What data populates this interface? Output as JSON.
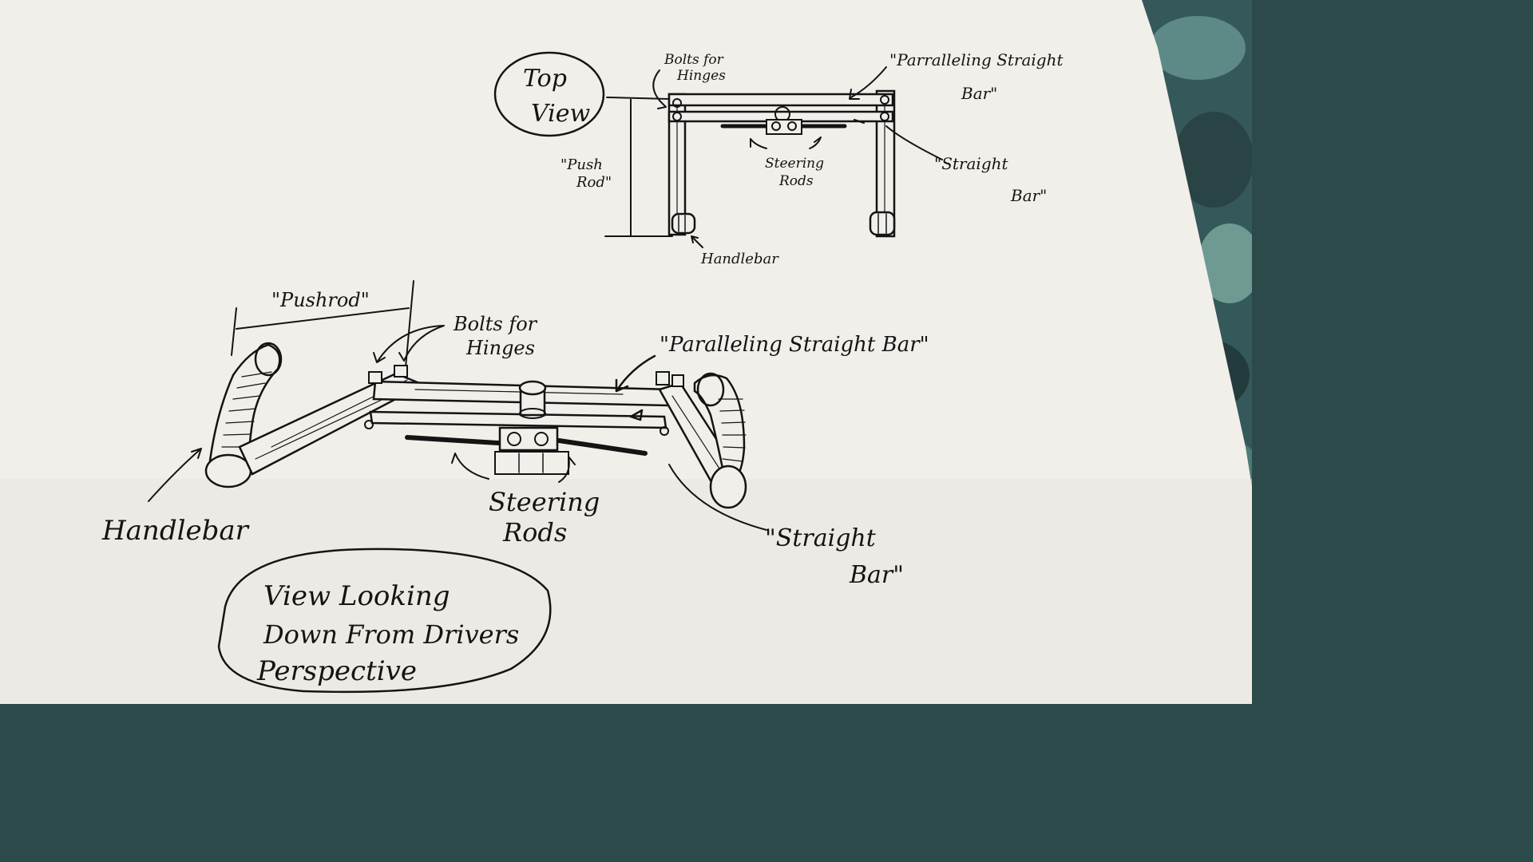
{
  "top_view": {
    "title_line1": "Top",
    "title_line2": "View",
    "bolts_line1": "Bolts for",
    "bolts_line2": "Hinges",
    "parallel_line1": "\"Parralleling Straight",
    "parallel_line2": "Bar\"",
    "push_line1": "\"Push",
    "push_line2": "Rod\"",
    "steering_line1": "Steering",
    "steering_line2": "Rods",
    "straight_line1": "\"Straight",
    "straight_line2": "Bar\"",
    "handlebar": "Handlebar"
  },
  "driver_view": {
    "pushrod": "\"Pushrod\"",
    "bolts_line1": "Bolts for",
    "bolts_line2": "Hinges",
    "parallel": "\"Paralleling Straight Bar\"",
    "handlebar": "Handlebar",
    "steering_line1": "Steering",
    "steering_line2": "Rods",
    "straight_line1": "\"Straight",
    "straight_line2": "Bar\"",
    "caption_line1": "View Looking",
    "caption_line2": "Down From Drivers",
    "caption_line3": "Perspective"
  },
  "colors": {
    "paper": "#f1efea",
    "ink": "#141414",
    "background_fabric": "#2c4a4a"
  }
}
